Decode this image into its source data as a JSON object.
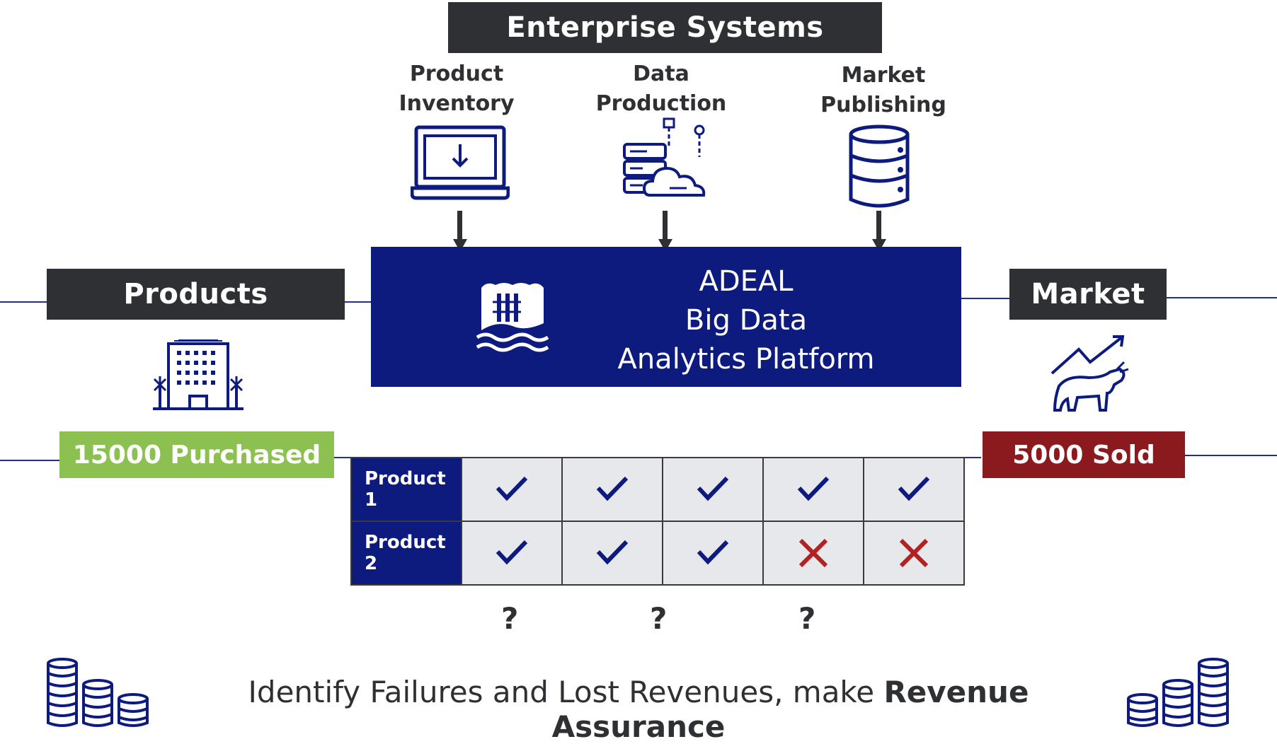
{
  "header": {
    "title": "Enterprise Systems"
  },
  "sources": [
    {
      "label": "Product\nInventory",
      "icon": "laptop-download-icon"
    },
    {
      "label": "Data\nProduction",
      "icon": "server-cloud-icon"
    },
    {
      "label": "Market\nPublishing",
      "icon": "database-icon"
    }
  ],
  "platform": {
    "line1": "ADEAL",
    "line2": "Big Data",
    "line3": "Analytics Platform",
    "icon": "data-lake-icon"
  },
  "products": {
    "title": "Products",
    "stat": "15000 Purchased",
    "stat_color": "#8cc152",
    "icon": "buildings-icon"
  },
  "market": {
    "title": "Market",
    "stat": "5000 Sold",
    "stat_color": "#8b1a1f",
    "icon": "bull-market-icon"
  },
  "grid": {
    "rows": [
      {
        "label": "Product 1",
        "cells": [
          "check",
          "check",
          "check",
          "check",
          "check"
        ]
      },
      {
        "label": "Product 2",
        "cells": [
          "check",
          "check",
          "check",
          "cross",
          "cross"
        ]
      }
    ],
    "check_color": "#0d1b7e",
    "cross_color": "#b22222"
  },
  "questions": [
    "?",
    "?",
    "?"
  ],
  "footer": {
    "text_regular": "Identify Failures and Lost Revenues, make ",
    "text_bold": "Revenue Assurance"
  },
  "colors": {
    "dark": "#2f3033",
    "navy": "#0d1b7e",
    "line": "#1f2f8a"
  }
}
